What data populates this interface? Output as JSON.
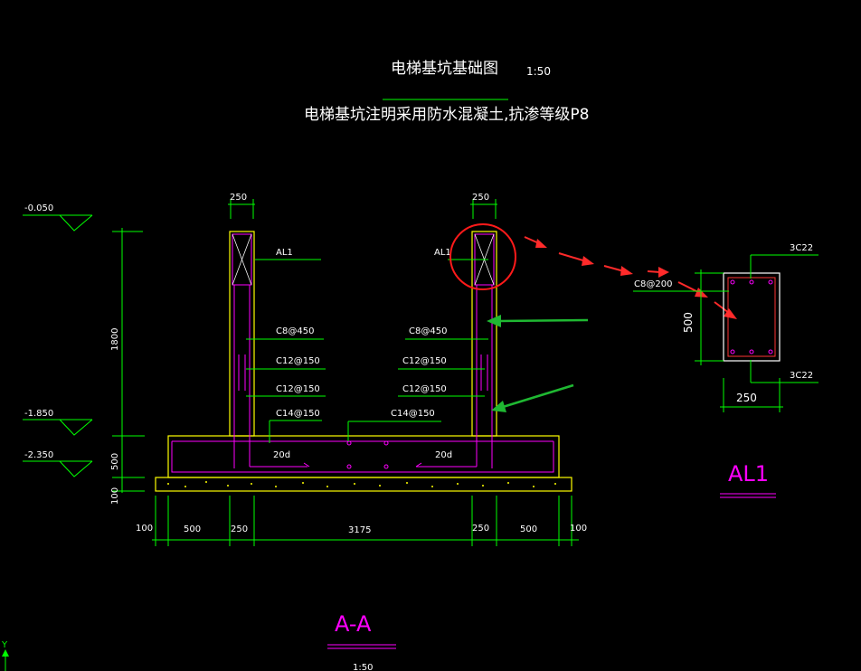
{
  "header": {
    "title": "电梯基坑基础图",
    "scale": "1:50",
    "note": "电梯基坑注明采用防水混凝土,抗渗等级P8"
  },
  "elevations": [
    "-0.050",
    "-1.850",
    "-2.350"
  ],
  "vertical_dims": {
    "wall_height": "1800",
    "slab": "500",
    "cushion": "100"
  },
  "top_dims": {
    "left_wall": "250",
    "right_wall": "250"
  },
  "labels": {
    "al1_left": "AL1",
    "al1_right": "AL1",
    "left_stirrup": "C8@450",
    "right_stirrup": "C8@450",
    "left_bar1": "C12@150",
    "left_bar2": "C12@150",
    "right_bar1": "C12@150",
    "right_bar2": "C12@150",
    "left_bottom": "C14@150",
    "right_bottom": "C14@150",
    "anchor_left": "20d",
    "anchor_right": "20d"
  },
  "bottom_dims": [
    "100",
    "500",
    "250",
    "3175",
    "250",
    "500",
    "100"
  ],
  "section": {
    "name": "A-A",
    "scale": "1:50"
  },
  "detail": {
    "name": "AL1",
    "top_bars": "3C22",
    "bottom_bars": "3C22",
    "stirrup": "C8@200",
    "height": "500",
    "width": "250"
  },
  "ucs": {
    "axis": "Y"
  },
  "colors": {
    "dim": "#00ff00",
    "concrete": "#ffff00",
    "rebar": "#ff00ff",
    "text": "#ffffff",
    "arrow_red": "#ff2a2a",
    "arrow_green": "#1fb832",
    "highlight": "#ff1a1a"
  }
}
